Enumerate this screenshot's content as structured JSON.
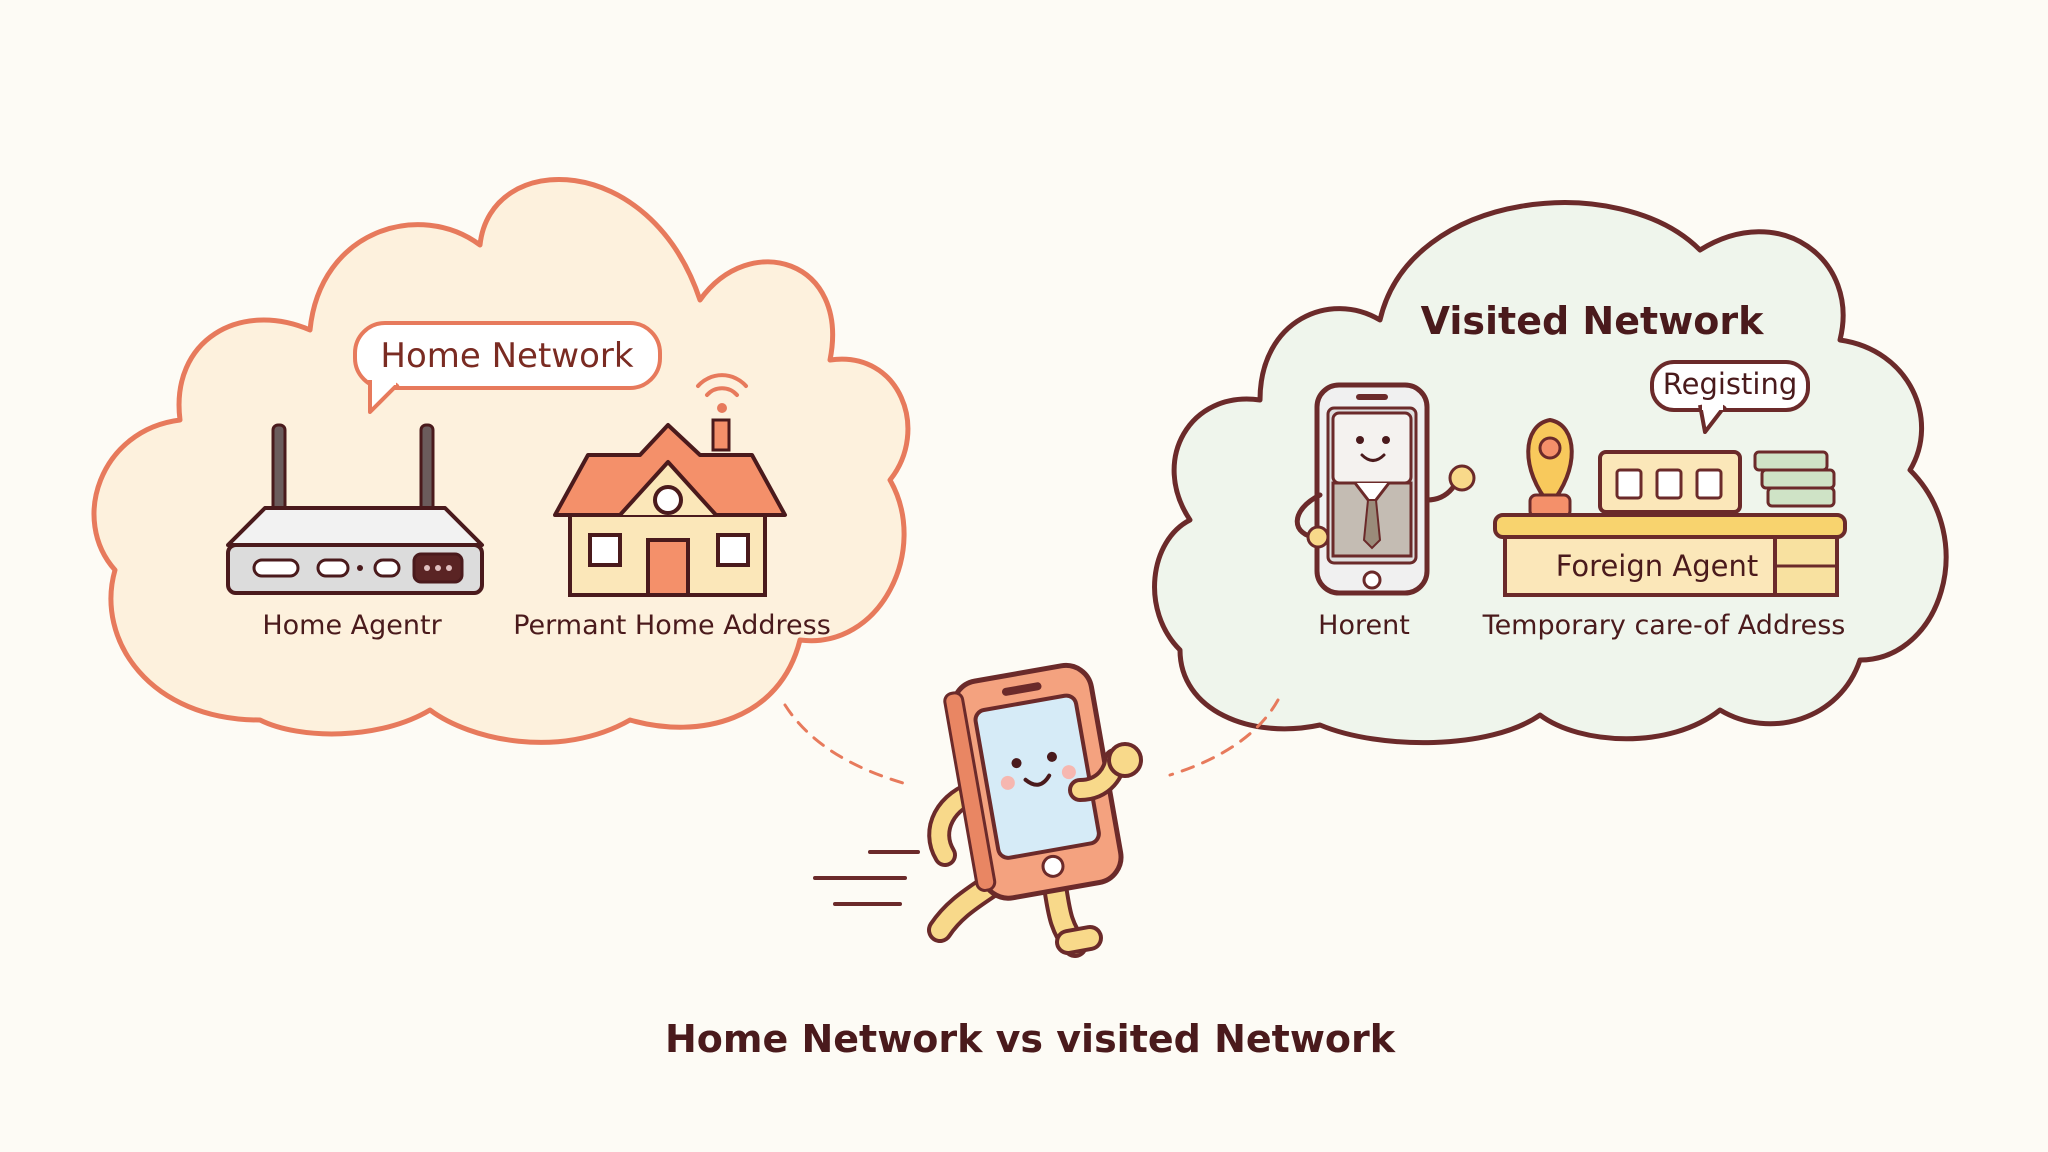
{
  "colors": {
    "home_outline": "#e77a5c",
    "home_fill": "#fdf1dd",
    "visited_outline": "#6b2a2a",
    "visited_fill": "#eff5ec",
    "ink": "#4a1a1c",
    "phone_body": "#f4a27f",
    "phone_screen": "#d6ebf7",
    "limb": "#f8d98a"
  },
  "home_network": {
    "bubble_label": "Home Network",
    "router_label": "Home Agentr",
    "house_label": "Permant Home Address"
  },
  "visited_network": {
    "title": "Visited Network",
    "bubble_label": "Registing",
    "phone_label": "Horent",
    "desk_label": "Foreign Agent",
    "address_label": "Temporary care-of Address"
  },
  "caption": "Home Network vs visited Network",
  "icons": [
    "router-icon",
    "house-icon",
    "wifi-signal-icon",
    "phone-agent-icon",
    "location-pin-icon",
    "reception-desk-icon",
    "running-phone-icon",
    "motion-lines-icon"
  ]
}
